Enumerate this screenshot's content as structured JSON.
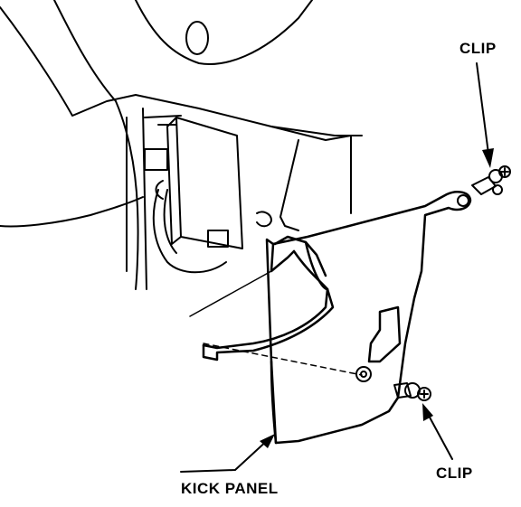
{
  "labels": {
    "clip_top": "CLIP",
    "clip_bottom": "CLIP",
    "kick_panel": "KICK PANEL"
  },
  "colors": {
    "ink": "#000000",
    "paper": "#ffffff"
  }
}
